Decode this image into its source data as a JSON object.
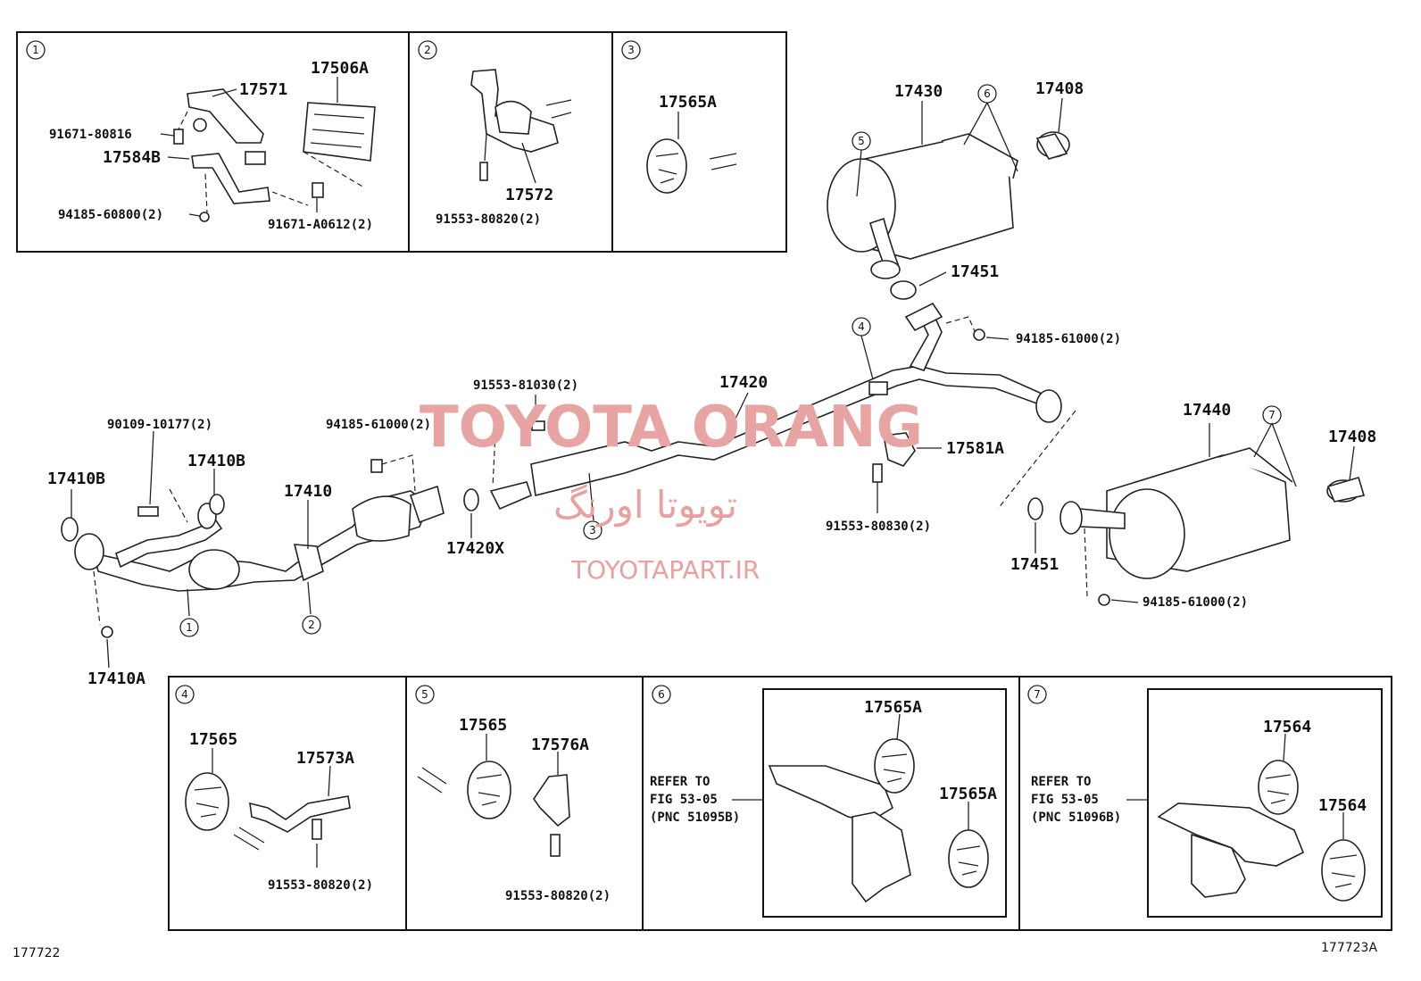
{
  "insets": {
    "i1": {
      "num": "1",
      "labels": [
        "17571",
        "17506A",
        "91671-80816",
        "17584B",
        "94185-60800(2)",
        "91671-A0612(2)"
      ]
    },
    "i2": {
      "num": "2",
      "labels": [
        "17572",
        "91553-80820(2)"
      ]
    },
    "i3": {
      "num": "3",
      "labels": [
        "17565A"
      ]
    },
    "i4": {
      "num": "4",
      "labels": [
        "17565",
        "17573A",
        "91553-80820(2)"
      ]
    },
    "i5": {
      "num": "5",
      "labels": [
        "17565",
        "17576A",
        "91553-80820(2)"
      ]
    },
    "i6": {
      "num": "6",
      "labels": [
        "17565A",
        "17565A"
      ],
      "refer": [
        "REFER TO",
        "FIG 53-05",
        "(PNC 51095B)"
      ]
    },
    "i7": {
      "num": "7",
      "labels": [
        "17564",
        "17564"
      ],
      "refer": [
        "REFER TO",
        "FIG 53-05",
        "(PNC 51096B)"
      ]
    }
  },
  "main": {
    "labels": [
      "17430",
      "17408",
      "17451",
      "94185-61000(2)",
      "17420",
      "91553-81030(2)",
      "17581A",
      "91553-80830(2)",
      "17440",
      "17408",
      "17451",
      "94185-61000(2)",
      "90109-10177(2)",
      "94185-61000(2)",
      "17410B",
      "17410B",
      "17410",
      "17420X",
      "17410A"
    ],
    "callouts": [
      "6",
      "5",
      "4",
      "7",
      "3",
      "1",
      "2"
    ]
  },
  "watermark": {
    "brand": "TOYOTA ORANG",
    "persian": "تویوتا اورنگ",
    "site": "TOYOTAPART.IR"
  },
  "footer": {
    "left": "177722",
    "right": "177723A"
  }
}
